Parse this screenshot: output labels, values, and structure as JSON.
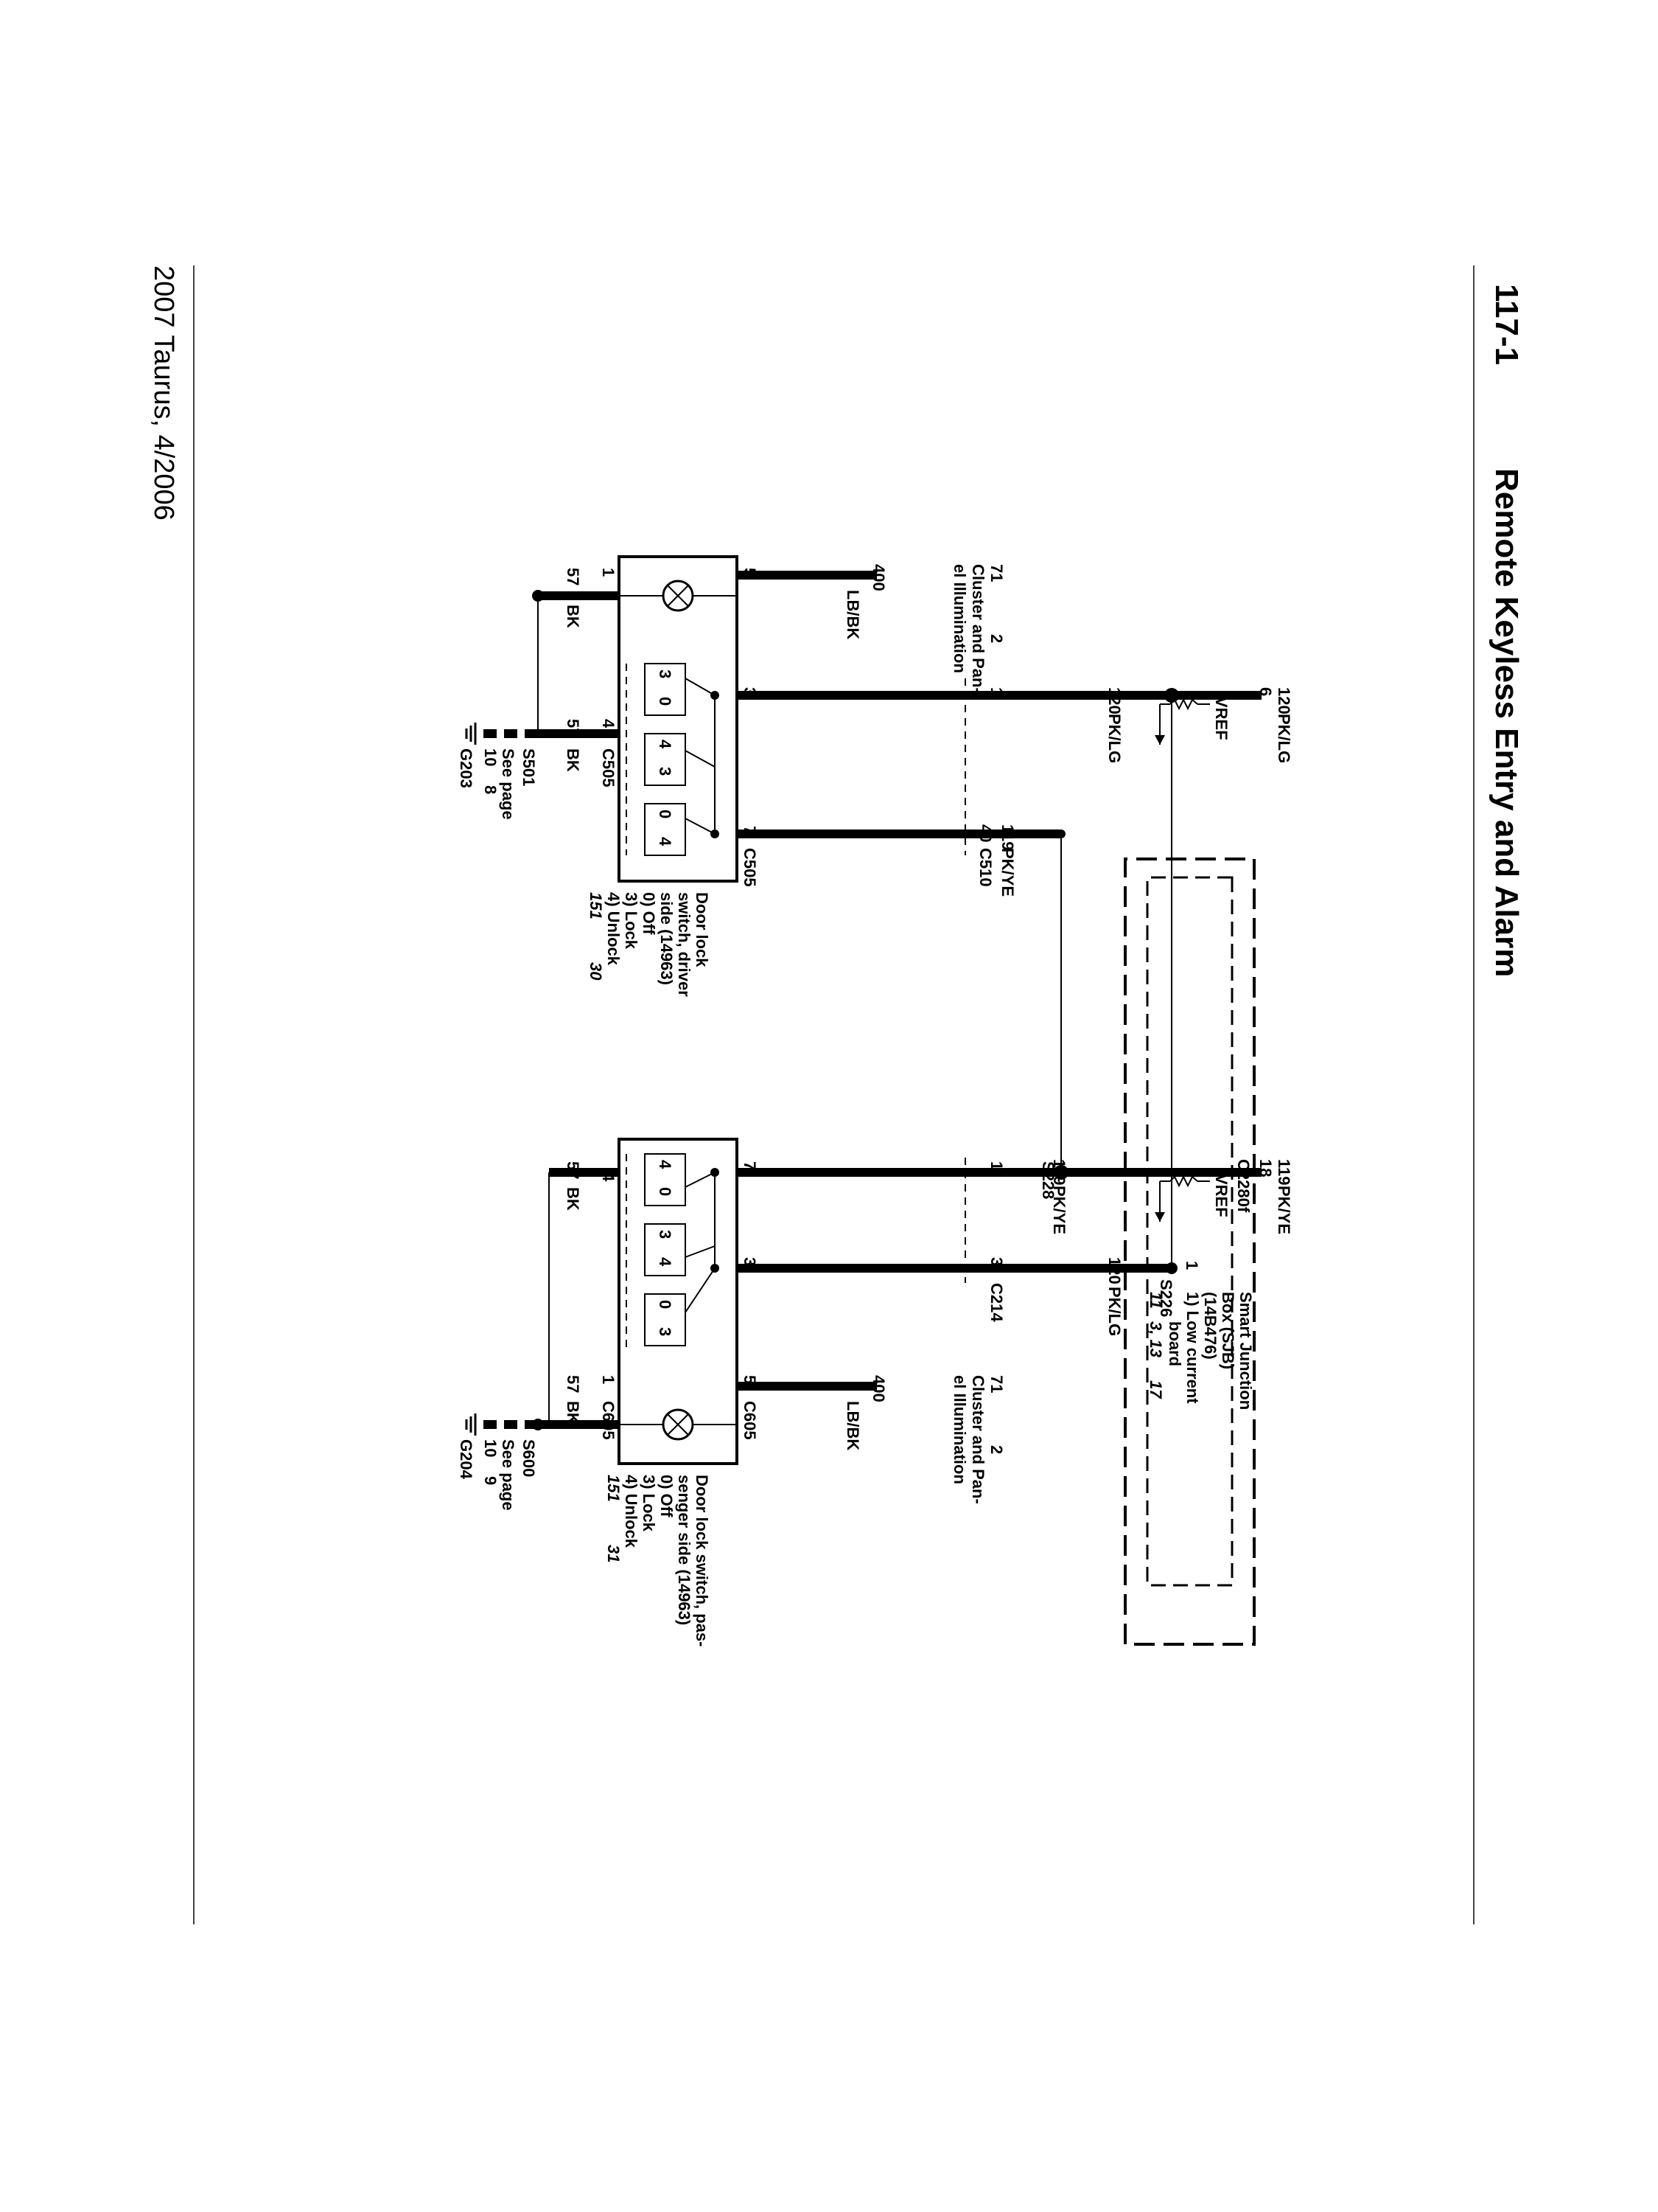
{
  "header": {
    "page_number": "117-1",
    "title": "Remote Keyless Entry and Alarm"
  },
  "footer": {
    "vehicle": "2007 Taurus, 4/2006"
  },
  "sjb": {
    "name_line1": "Smart Junction",
    "name_line2": "Box (SJB)",
    "part_number": "(14B476)",
    "note_line1": "1)  Low current",
    "note_line2": "board",
    "page_ref_1": "11",
    "page_ref_2": "3, 13",
    "page_ref_3": "17",
    "vref_label": "VREF",
    "vref_label_2": "VREF",
    "connector": "C2280f",
    "pin_driver": "6",
    "pin_passenger": "18",
    "note_marker": "1"
  },
  "wires": {
    "pk_lg_1": {
      "circuit": "120",
      "color": "PK/LG"
    },
    "pk_lg_2": {
      "circuit": "120",
      "color": "PK/LG"
    },
    "pk_lg_3": {
      "circuit": "120",
      "color": "PK/LG"
    },
    "pk_ye_1": {
      "circuit": "119",
      "color": "PK/YE"
    },
    "pk_ye_2": {
      "circuit": "119",
      "color": "PK/YE"
    },
    "pk_ye_3": {
      "circuit": "119",
      "color": "PK/YE"
    },
    "lb_bk_driver": {
      "circuit": "400",
      "color": "LB/BK"
    },
    "lb_bk_passenger": {
      "circuit": "400",
      "color": "LB/BK"
    },
    "bk_d1": {
      "circuit": "57",
      "color": "BK"
    },
    "bk_d2": {
      "circuit": "57",
      "color": "BK"
    },
    "bk_p1": {
      "circuit": "57",
      "color": "BK"
    },
    "bk_p2": {
      "circuit": "57",
      "color": "BK"
    }
  },
  "splices": {
    "s228": "S228",
    "s226": "S226",
    "s501": "S501",
    "s600": "S600"
  },
  "connectors": {
    "c510": "C510",
    "c510_pin_1": "1",
    "c510_pin_40": "40",
    "c214": "C214",
    "c214_pin_1": "1",
    "c214_pin_3": "3",
    "c505_top": "C505",
    "c505_bottom": "C505",
    "c605_top": "C605",
    "c605_bottom": "C605"
  },
  "illumination": {
    "driver": {
      "circuit": "71",
      "page": "2",
      "line1": "Cluster and Pan-",
      "line2": "el Illumination"
    },
    "passenger": {
      "circuit": "71",
      "page": "2",
      "line1": "Cluster and Pan-",
      "line2": "el Illumination"
    }
  },
  "grounds": {
    "driver": {
      "see_page": "See page",
      "page": "10",
      "grid": "8",
      "name": "G203"
    },
    "passenger": {
      "see_page": "See page",
      "page": "10",
      "grid": "9",
      "name": "G204"
    }
  },
  "driver_switch": {
    "pins": {
      "p5": "5",
      "p3": "3",
      "p7": "7",
      "p1": "1",
      "p4": "4"
    },
    "contact_labels": {
      "a": "3",
      "b": "0",
      "c": "4",
      "d": "3",
      "e": "0",
      "f": "4"
    },
    "line1": "Door lock",
    "line2": "switch, driver",
    "line3": "side (14963)",
    "pos0": "0)  Off",
    "pos3": "3)  Lock",
    "pos4": "4)  Unlock",
    "ref1": "151",
    "ref2": "30"
  },
  "passenger_switch": {
    "pins": {
      "p7": "7",
      "p3": "3",
      "p5": "5",
      "p4": "4",
      "p1": "1"
    },
    "contact_labels": {
      "a": "4",
      "b": "0",
      "c": "3",
      "d": "4",
      "e": "0",
      "f": "3"
    },
    "line1": "Door lock switch, pas-",
    "line2": "senger side (14963)",
    "pos0": "0)  Off",
    "pos3": "3)  Lock",
    "pos4": "4)  Unlock",
    "ref1": "151",
    "ref2": "31"
  }
}
